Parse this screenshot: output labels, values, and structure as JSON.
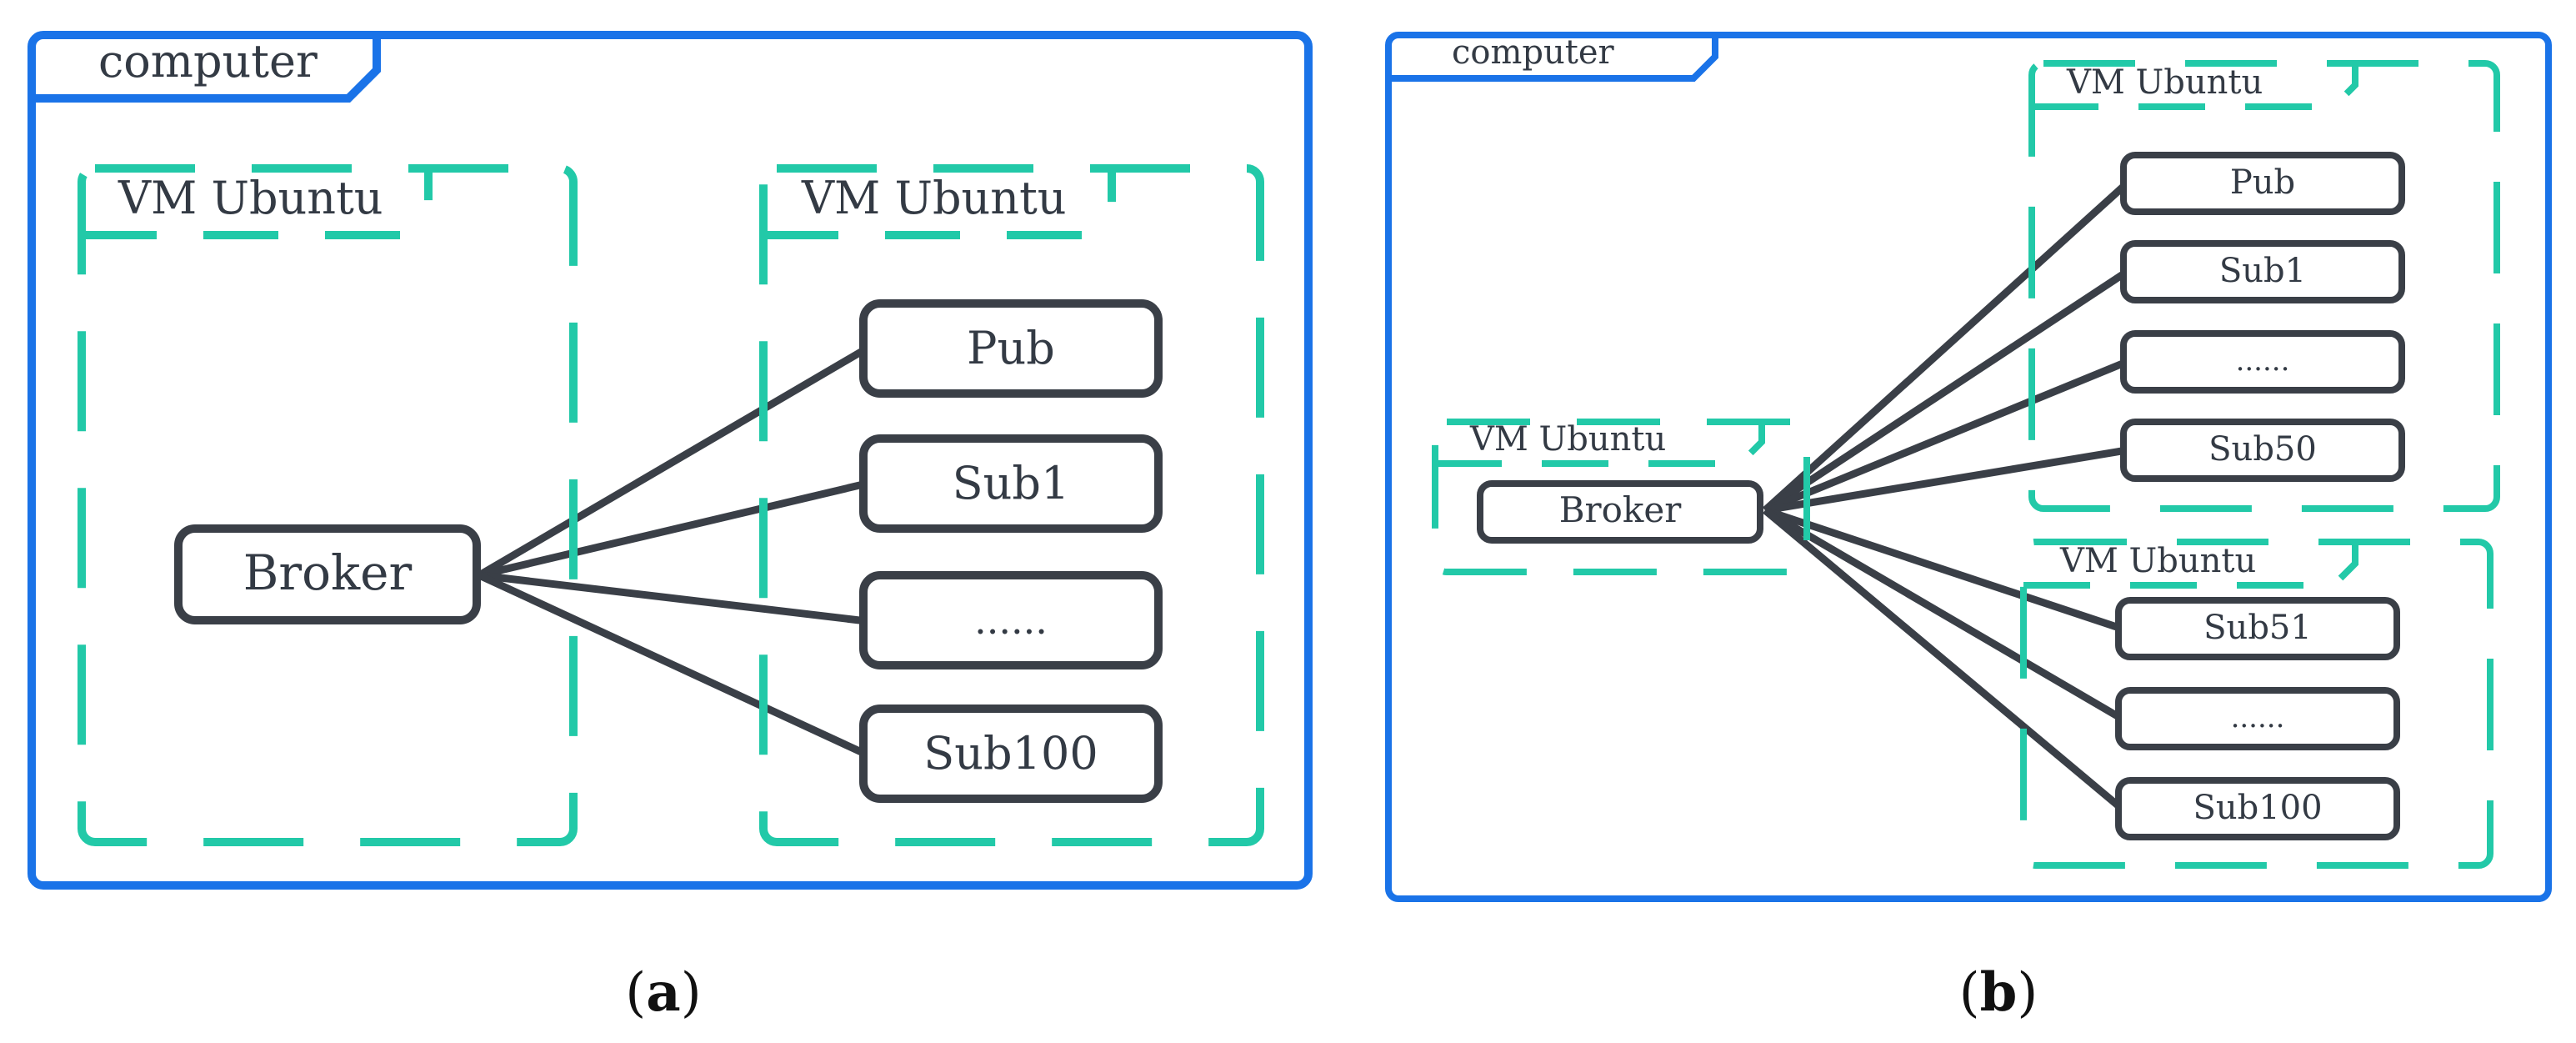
{
  "colors": {
    "computer_frame": "#1a73e8",
    "vm_frame": "#22c9a8",
    "node_stroke": "#3a3f47",
    "link": "#3a3f47",
    "text": "#333a44"
  },
  "panel_a": {
    "caption": "a",
    "computer_label": "computer",
    "vm_left_label": "VM Ubuntu",
    "vm_right_label": "VM Ubuntu",
    "broker": "Broker",
    "clients": [
      "Pub",
      "Sub1",
      "......",
      "Sub100"
    ]
  },
  "panel_b": {
    "caption": "b",
    "computer_label": "computer",
    "vm_broker_label": "VM Ubuntu",
    "vm_top_label": "VM Ubuntu",
    "vm_bottom_label": "VM Ubuntu",
    "broker": "Broker",
    "clients_top": [
      "Pub",
      "Sub1",
      "......",
      "Sub50"
    ],
    "clients_bottom": [
      "Sub51",
      "......",
      "Sub100"
    ]
  }
}
